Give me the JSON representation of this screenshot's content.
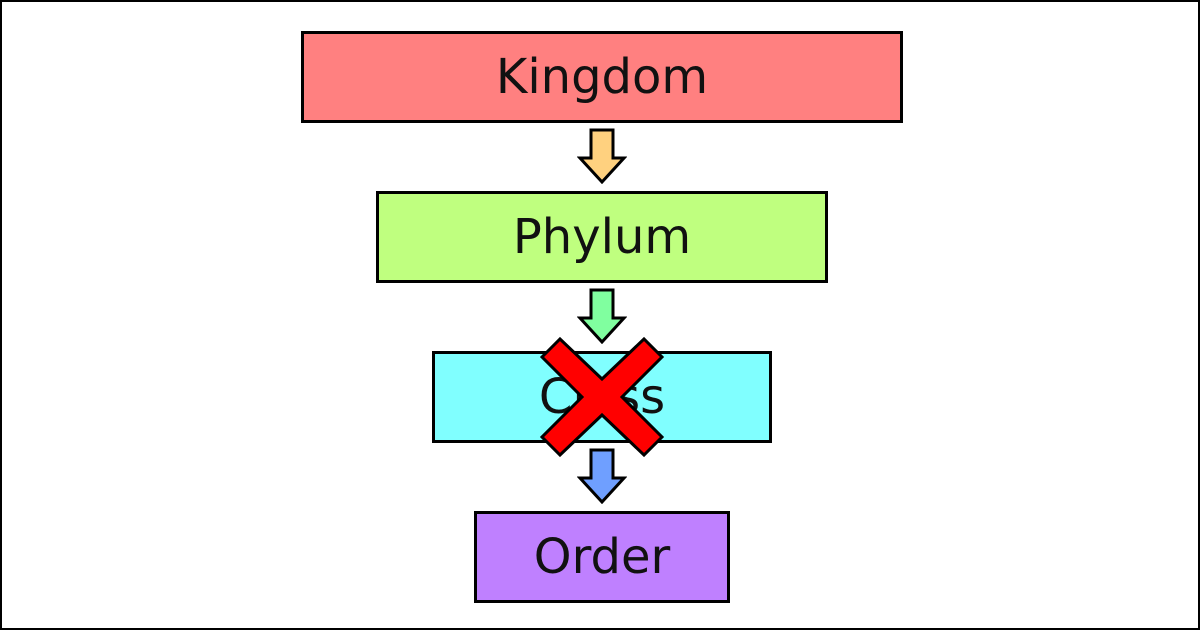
{
  "taxonomy": {
    "levels": [
      {
        "label": "Kingdom",
        "color": "#ff8080"
      },
      {
        "label": "Phylum",
        "color": "#bfff7f"
      },
      {
        "label": "Class",
        "color": "#80ffff"
      },
      {
        "label": "Order",
        "color": "#bf80ff"
      }
    ],
    "arrows": [
      {
        "icon": "down-arrow-icon",
        "color": "#ffd17f"
      },
      {
        "icon": "down-arrow-icon",
        "color": "#80ff9f"
      },
      {
        "icon": "down-arrow-icon",
        "color": "#6f9fff"
      }
    ],
    "crossed_out": {
      "level": "Class",
      "icon": "cross-icon",
      "color": "#ff0000"
    }
  }
}
